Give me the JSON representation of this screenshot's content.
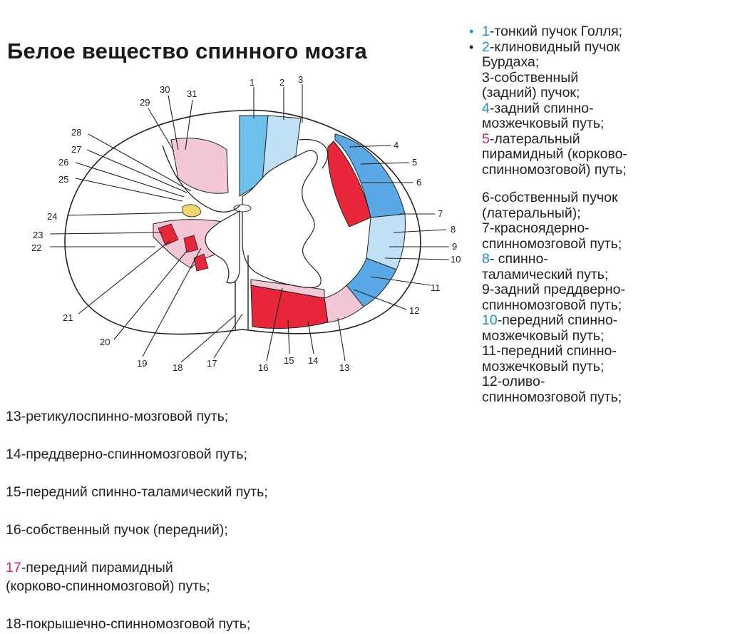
{
  "title": "Белое вещество спинного мозга",
  "colors": {
    "blue_number": "#1f90d8",
    "pink_number": "#e0206a",
    "tract_red": "#e8263a",
    "tract_blue": "#5aa9e6",
    "tract_light_blue": "#bfe0f5",
    "tract_pink": "#f3c7d6",
    "grey_matter": "#ffffff"
  },
  "diagram": {
    "labels": [
      "1",
      "2",
      "3",
      "4",
      "5",
      "6",
      "7",
      "8",
      "9",
      "10",
      "11",
      "12",
      "13",
      "14",
      "15",
      "16",
      "17",
      "18",
      "19",
      "20",
      "21",
      "22",
      "23",
      "24",
      "25",
      "26",
      "27",
      "28",
      "29",
      "30",
      "31"
    ]
  },
  "legend_right": [
    {
      "num": "1",
      "text": "-тонкий пучок Голля;",
      "color": "blue",
      "bullet": true
    },
    {
      "num": "2",
      "text": "-клиновидный пучок\nБурдаха;",
      "color": "blue",
      "bullet": true
    },
    {
      "num": "3",
      "text": "-собственный\n(задний) пучок;",
      "color": "plain",
      "bullet": false
    },
    {
      "num": "4",
      "text": "-задний спинно-\nмозжечковый путь;",
      "color": "blue",
      "bullet": false
    },
    {
      "num": "5",
      "text": "-латеральный\nпирамидный (корково-\nспинномозговой) путь;",
      "color": "pink",
      "bullet": false
    },
    {
      "num": "6",
      "text": "-собственный пучок\n(латеральный);",
      "color": "plain",
      "bullet": false
    },
    {
      "num": "7",
      "text": "-красноядерно-\nспинномозговой путь;",
      "color": "plain",
      "bullet": false
    },
    {
      "num": "8",
      "text": "- спинно-\nталамический путь;",
      "color": "blue",
      "bullet": false
    },
    {
      "num": "9",
      "text": "-задний преддверно-\nспинномозговой путь;",
      "color": "plain",
      "bullet": false
    },
    {
      "num": "10",
      "text": "-передний спинно-\nмозжечковый путь;",
      "color": "blue",
      "bullet": false
    },
    {
      "num": "11",
      "text": "-передний спинно-\nмозжечковый путь;",
      "color": "plain",
      "bullet": false
    },
    {
      "num": "12",
      "text": "-оливо-\nспинномозговой путь;",
      "color": "plain",
      "bullet": false
    }
  ],
  "legend_bottom": [
    {
      "num": "13",
      "text": "-ретикулоспинно-мозговой путь;",
      "color": "plain"
    },
    {
      "num": "14",
      "text": "-преддверно-спинномозговой путь;",
      "color": "plain"
    },
    {
      "num": "15",
      "text": "-передний спинно-таламический путь;",
      "color": "plain"
    },
    {
      "num": "16",
      "text": "-собственный пучок (передний);",
      "color": "plain"
    },
    {
      "num": "17",
      "text": "-передний пирамидный\n (корково-спинномозговой) путь;",
      "color": "pink"
    },
    {
      "num": "18",
      "text": "-покрышечно-спинномозговой путь;",
      "color": "plain"
    }
  ]
}
